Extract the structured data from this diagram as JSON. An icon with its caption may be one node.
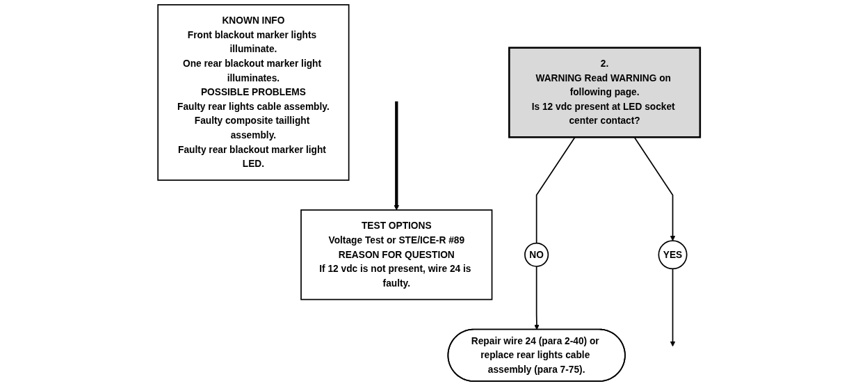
{
  "diagram": {
    "nodes": [
      {
        "text": [
          "KNOWN INFO",
          "Front blackout marker lights illuminate.",
          "One rear blackout marker light illuminates.",
          "POSSIBLE PROBLEMS",
          "Faulty rear lights cable assembly.",
          "Faulty composite taillight assembly.",
          "Faulty rear blackout marker light LED."
        ]
      },
      {
        "text": [
          "2.",
          "WARNING Read WARNING on following page.",
          "Is 12 vdc present at LED socket center contact?"
        ]
      },
      {
        "text": [
          "TEST OPTIONS",
          "Voltage Test or STE/ICE-R #89",
          "REASON FOR QUESTION",
          "If 12 vdc is not present, wire 24 is faulty."
        ]
      },
      {
        "text": [
          "NO"
        ]
      },
      {
        "text": [
          "YES"
        ]
      },
      {
        "text": [
          "Repair wire 24 (para 2-40) or replace rear lights cable assembly (para 7-75)."
        ]
      }
    ],
    "edges": [
      {
        "from": 1,
        "to": 3,
        "arrow": "none"
      },
      {
        "from": 3,
        "to": 5,
        "arrow": "to"
      },
      {
        "from": 1,
        "to": 4,
        "arrow": "to"
      },
      {
        "from": 4,
        "to": null,
        "arrow": "to"
      },
      {
        "from": null,
        "to": 2,
        "arrow": "to",
        "style": "thick"
      }
    ]
  }
}
